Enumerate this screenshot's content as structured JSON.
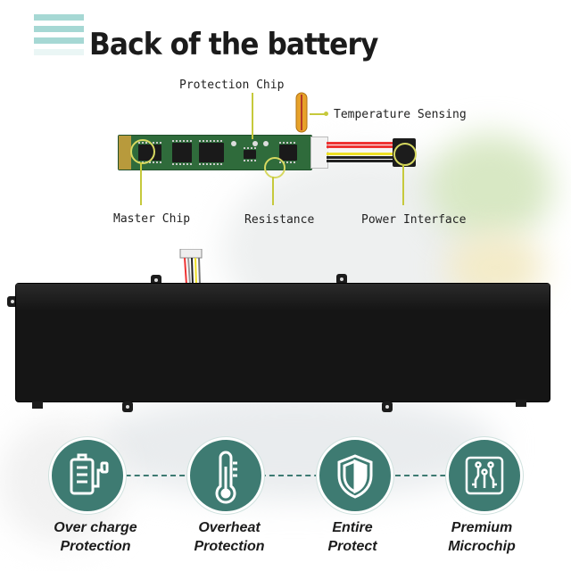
{
  "header": {
    "title": "Back of the battery"
  },
  "components": {
    "protection_chip": "Protection Chip",
    "temperature_sensing": "Temperature Sensing",
    "master_chip": "Master Chip",
    "resistance": "Resistance",
    "power_interface": "Power Interface"
  },
  "features": [
    {
      "line1": "Over charge",
      "line2": "Protection",
      "icon": "battery-charge-icon"
    },
    {
      "line1": "Overheat",
      "line2": "Protection",
      "icon": "thermometer-icon"
    },
    {
      "line1": "Entire",
      "line2": "Protect",
      "icon": "shield-icon"
    },
    {
      "line1": "Premium",
      "line2": "Microchip",
      "icon": "microchip-icon"
    }
  ],
  "colors": {
    "accent": "#3e7b72",
    "leader": "#c6c93c",
    "stripe": "#a6d8d4"
  }
}
